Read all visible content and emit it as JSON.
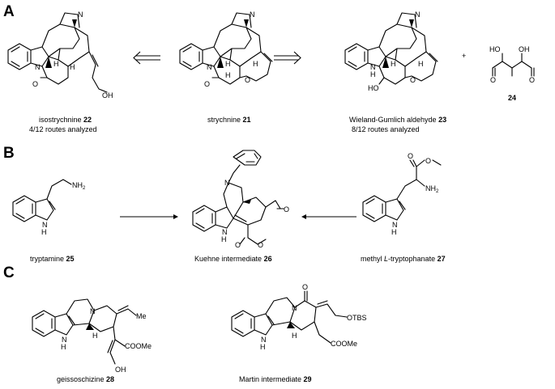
{
  "panels": {
    "a": "A",
    "b": "B",
    "c": "C"
  },
  "section_a": {
    "isostrychnine": {
      "name": "isostrychnine ",
      "num": "22",
      "note": "4/12 routes analyzed"
    },
    "strychnine": {
      "name": "strychnine ",
      "num": "21"
    },
    "wieland": {
      "name": "Wieland-Gumlich aldehyde ",
      "num": "23",
      "note": "8/12 routes analyzed"
    },
    "plus": "+",
    "malonic_num": "24",
    "atoms": {
      "N": "N",
      "O": "O",
      "H": "H",
      "OH": "OH",
      "HO": "HO"
    }
  },
  "section_b": {
    "tryptamine": {
      "name": "tryptamine ",
      "num": "25"
    },
    "kuehne": {
      "name": "Kuehne intermediate ",
      "num": "26"
    },
    "methyl_trp": {
      "prefix": "methyl ",
      "italic": "L",
      "suffix": "-tryptophanate ",
      "num": "27"
    },
    "atoms": {
      "NH2": "NH",
      "sub2": "2",
      "NH": "N",
      "H": "H",
      "N": "N",
      "O": "O"
    }
  },
  "section_c": {
    "geissoschizine": {
      "name": "geissoschizine ",
      "num": "28"
    },
    "martin": {
      "name": "Martin intermediate ",
      "num": "29"
    },
    "atoms": {
      "N": "N",
      "NH": "N",
      "H": "H",
      "Me": "Me",
      "COOMe": "COOMe",
      "OH": "OH",
      "O": "O",
      "OTBS": "OTBS"
    }
  }
}
